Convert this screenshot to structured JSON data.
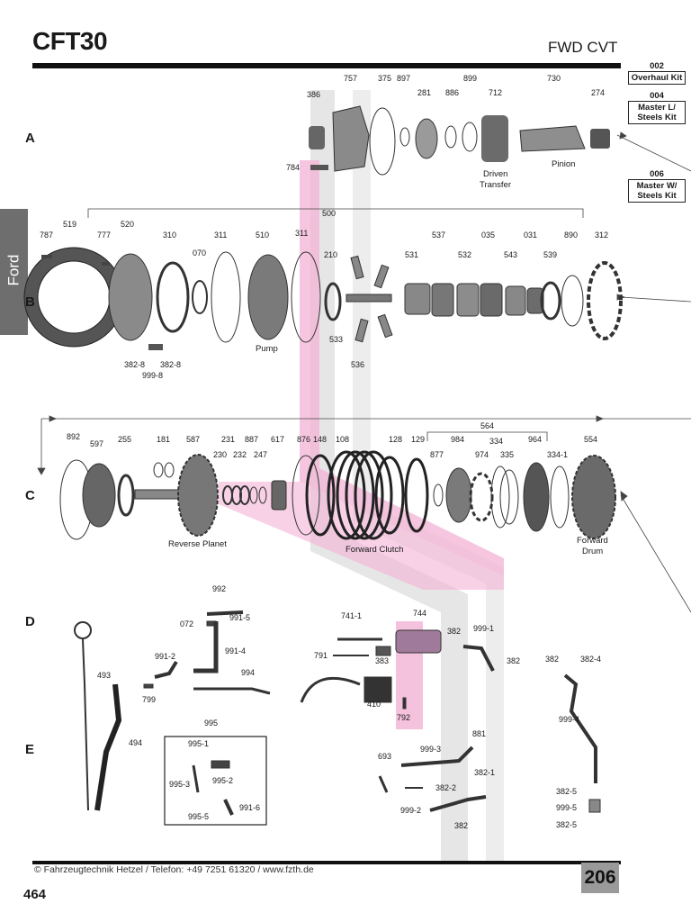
{
  "header": {
    "title": "CFT30",
    "subtitle": "FWD CVT"
  },
  "kits": [
    {
      "num": "002",
      "label": "Overhaul Kit"
    },
    {
      "num": "004",
      "label": "Master L/ Steels Kit"
    },
    {
      "num": "006",
      "label": "Master W/ Steels Kit"
    }
  ],
  "side_tab": "Ford",
  "rows": [
    "A",
    "B",
    "C",
    "D",
    "E"
  ],
  "parts": {
    "p757": "757",
    "p375": "375",
    "p897": "897",
    "p899": "899",
    "p730": "730",
    "p386": "386",
    "p281": "281",
    "p886": "886",
    "p712": "712",
    "p274": "274",
    "p784": "784",
    "p500": "500",
    "p519": "519",
    "p787": "787",
    "p777": "777",
    "p520": "520",
    "p310": "310",
    "p311a": "311",
    "p510": "510",
    "p311b": "311",
    "p070": "070",
    "p210": "210",
    "p531": "531",
    "p537": "537",
    "p532": "532",
    "p035": "035",
    "p543": "543",
    "p031": "031",
    "p539": "539",
    "p890": "890",
    "p312": "312",
    "p382_8a": "382-8",
    "p382_8b": "382-8",
    "p999_8": "999-8",
    "p533": "533",
    "p536": "536",
    "p564": "564",
    "p892": "892",
    "p597": "597",
    "p255": "255",
    "p181": "181",
    "p587": "587",
    "p231": "231",
    "p887": "887",
    "p617": "617",
    "p876": "876",
    "p148": "148",
    "p108": "108",
    "p128": "128",
    "p129": "129",
    "p230": "230",
    "p232": "232",
    "p247": "247",
    "p877": "877",
    "p984": "984",
    "p334": "334",
    "p974": "974",
    "p335": "335",
    "p964": "964",
    "p334_1": "334-1",
    "p554": "554",
    "p992": "992",
    "p072": "072",
    "p991_5": "991-5",
    "p991_2": "991-2",
    "p991_4": "991-4",
    "p994": "994",
    "p799": "799",
    "p493": "493",
    "p494": "494",
    "p741_1": "741-1",
    "p744": "744",
    "p382a": "382",
    "p999_1": "999-1",
    "p791": "791",
    "p383": "383",
    "p382b": "382",
    "p410": "410",
    "p792": "792",
    "p382c": "382",
    "p382_4": "382-4",
    "p999_4": "999-4",
    "p995": "995",
    "p995_1": "995-1",
    "p995_3": "995-3",
    "p995_2": "995-2",
    "p995_5": "995-5",
    "p991_6": "991-6",
    "p693": "693",
    "p999_3": "999-3",
    "p881": "881",
    "p382_1": "382-1",
    "p382_2": "382-2",
    "p999_2": "999-2",
    "p382d": "382",
    "p382_5a": "382-5",
    "p999_5": "999-5",
    "p382_5b": "382-5"
  },
  "captions": {
    "driven_transfer_1": "Driven",
    "driven_transfer_2": "Transfer",
    "pinion": "Pinion",
    "pump": "Pump",
    "reverse_planet": "Reverse Planet",
    "forward_clutch": "Forward Clutch",
    "forward_drum_1": "Forward",
    "forward_drum_2": "Drum"
  },
  "footer": {
    "copyright": "© Fahrzeugtechnik Hetzel / Telefon: +49 7251 61320 / www.fzth.de",
    "page_number": "206",
    "book_page": "464"
  },
  "colors": {
    "highlight": "#f3b3d6",
    "watermark": "#d9d9d9",
    "tab": "#6e6e6e"
  }
}
